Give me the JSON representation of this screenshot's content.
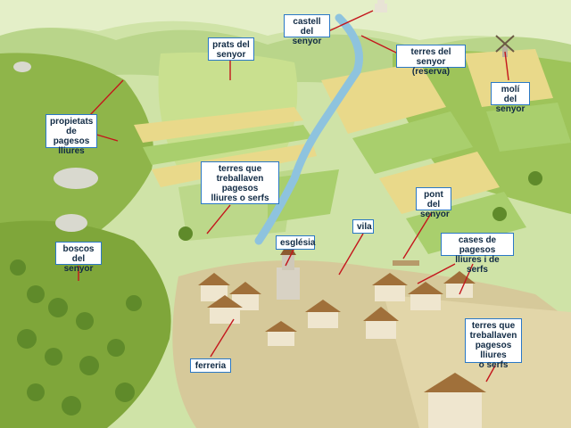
{
  "labels": {
    "castell": "castell\ndel senyor",
    "prats": "prats del\nsenyor",
    "terres_senyor": "terres del senyor\n(reserva)",
    "moli": "molí del\nsenyor",
    "propietats": "propietats\nde pagesos\nlliures",
    "terres_treballaven_1": "terres que\ntreballaven pagesos\nlliures o serfs",
    "pont": "pont del\nsenyor",
    "vila": "vila",
    "esglesia": "església",
    "cases": "cases de pagesos\nlliures i de serfs",
    "boscos": "boscos\ndel senyor",
    "farreria": "ferreria",
    "terres_treballaven_2": "terres que\ntreballaven\npagesos lliures\no serfs"
  },
  "colors": {
    "label_border": "#2a78c6",
    "leader_line": "#c4161c",
    "river": "#8ec3de",
    "forest": "#7fa63a",
    "field_yellow": "#e9d98a",
    "field_green": "#a9cf6d"
  }
}
